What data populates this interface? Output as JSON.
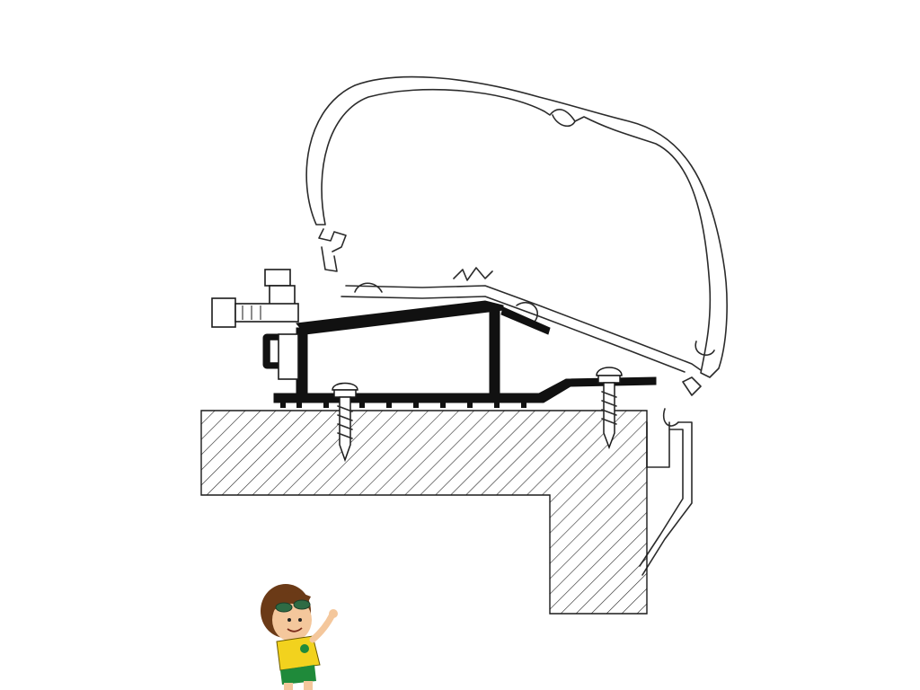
{
  "diagram": {
    "colors": {
      "line": "#2b2b2b",
      "profile": "#111111",
      "background": "#ffffff",
      "mascot_shirt": "#f2d21e",
      "mascot_shorts": "#1f8a3a",
      "mascot_hair": "#6b3a17",
      "mascot_skin": "#f4c79c"
    },
    "icons": [
      "awning-case-outline",
      "adapter-rail",
      "roof-wall-section",
      "wood-screw",
      "hex-bolt",
      "mascot-boy"
    ]
  }
}
